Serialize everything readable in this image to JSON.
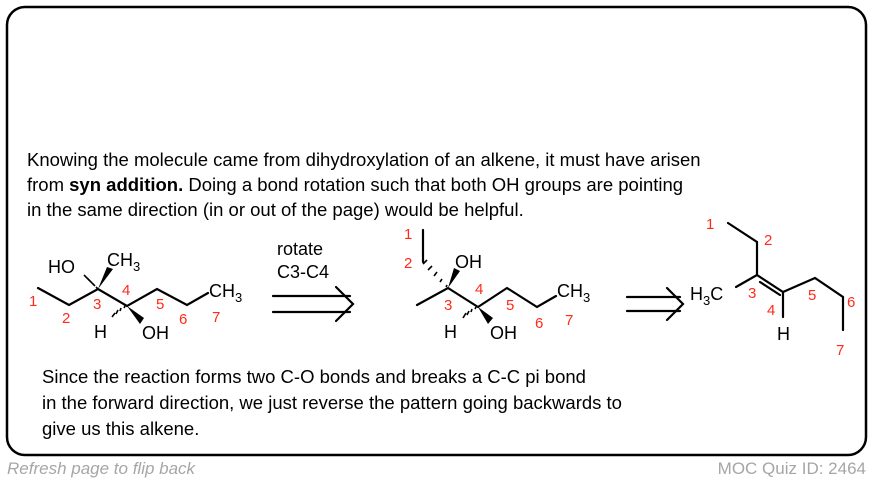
{
  "intro": {
    "line1": "Knowing the molecule came from dihydroxylation of an alkene, it must have arisen",
    "line2_pre": "from ",
    "line2_bold": "syn addition.",
    "line2_post": " Doing a bond rotation such that both OH groups are pointing",
    "line3": "in the same direction (in or out of the page) would be helpful."
  },
  "molecule1": {
    "HO": "HO",
    "CH": "CH",
    "three": "3",
    "H": "H",
    "OH": "OH",
    "numbers": [
      "1",
      "2",
      "3",
      "4",
      "5",
      "6",
      "7"
    ]
  },
  "arrow1": {
    "line1": "rotate",
    "line2": "C3-C4"
  },
  "molecule2": {
    "OH": "OH",
    "CH": "CH",
    "three": "3",
    "H": "H",
    "numbers": [
      "1",
      "2",
      "3",
      "4",
      "5",
      "6",
      "7"
    ]
  },
  "molecule3": {
    "H": "H",
    "C": "C",
    "three": "3",
    "numbers": [
      "1",
      "2",
      "3",
      "4",
      "5",
      "6",
      "7"
    ]
  },
  "conclusion": {
    "line1": "Since the reaction forms two C-O bonds and breaks a C-C pi bond",
    "line2": "in the forward direction, we just reverse the pattern going backwards to",
    "line3": "give us this alkene."
  },
  "footer": {
    "left": "Refresh page to flip back",
    "right": "MOC Quiz ID: 2464"
  }
}
